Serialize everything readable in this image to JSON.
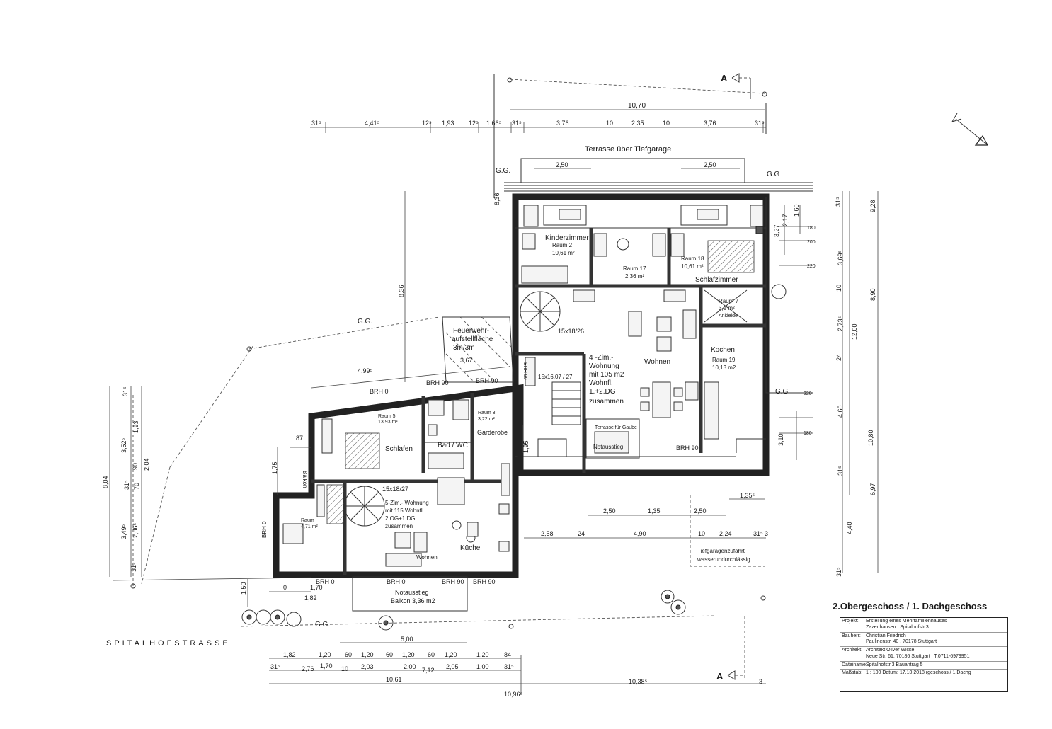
{
  "sheet": {
    "title": "2.Obergeschoss / 1. Dachgeschoss",
    "street": "SPITALHOFSTRASSE",
    "section_mark": "A"
  },
  "title_block": [
    {
      "key": "Projekt:",
      "lines": [
        "Erstellung eines Mehrfamilienhauses",
        "Zazenhausen , Spitalhofstr.3"
      ]
    },
    {
      "key": "Bauherr:",
      "lines": [
        "Christian Friedrich",
        "Paulinenstr. 40 , 70178 Stuttgart"
      ]
    },
    {
      "key": "Architekt:",
      "lines": [
        "Architekt Oliver Wicke",
        "Neue Str. 61, 70186 Stuttgart , T.0711-6979951"
      ]
    },
    {
      "key": "Dateiname:",
      "lines": [
        "Spitalhofstr.3 Bauantrag 5"
      ]
    },
    {
      "key": "Maßstab:",
      "lines": [
        "1 : 100  Datum: 17.10.2018  rgeschoss / 1.Dachg"
      ]
    }
  ],
  "labels": {
    "terrace": "Terrasse über Tiefgarage",
    "gg": "G.G.",
    "gg2": "G.G",
    "fire": [
      "Feuerwehr-",
      "aufstellfläche",
      "3m/3m"
    ],
    "kinder": [
      "Kinderzimmer",
      "Raum 2",
      "10,61 m²"
    ],
    "raum17": [
      "Raum 17",
      "2,36 m²"
    ],
    "raum18": [
      "Raum 18",
      "10,61 m²"
    ],
    "schlaf": "Schlafzimmer",
    "raum7": [
      "Raum 7",
      "3,2 m²",
      "Ankleide"
    ],
    "kochen": [
      "Kochen",
      "Raum 19",
      "10,13 m2"
    ],
    "wohnen": "Wohnen",
    "apt4": [
      "4 -Zim.-",
      "Wohnung",
      "mit 105 m2",
      "Wohnfl.",
      "1.+2.DG",
      "zusammen"
    ],
    "stair1": "15x18/26",
    "stair2": "15x16,07 / 27",
    "stair3": "15x18/27",
    "notausstieg": "Notausstieg",
    "terr_gaube": "Terrasse für Gaube",
    "schlafen": "Schlafen",
    "raum5": [
      "Raum 5",
      "13,93 m²"
    ],
    "badwc": "Bad / WC",
    "garderobe": "Garderobe",
    "raum3": [
      "Raum 3",
      "3,22 m²"
    ],
    "apt5": [
      "5-Zim.- Wohnung",
      "mit 115  Wohnfl.",
      "2.OG+1.DG",
      "zusammen"
    ],
    "kueche": "Küche",
    "wohnen2": "Wohnen",
    "balkon": "Balkon",
    "raum_small": [
      "Raum",
      "4,71 m²"
    ],
    "notaus2": [
      "Notausstieg",
      "Balkon 3,36 m2"
    ],
    "tiefgarage": [
      "Tiefgaragenzufahrt",
      "wasserundurchlässig"
    ],
    "brh0": "BRH 0",
    "brh90": "BRH 90"
  },
  "dims": {
    "top_total": "10,70",
    "top_row": [
      "31⁵",
      "4,41⁵",
      "12⁵",
      "1,93",
      "12⁵",
      "1,66⁵",
      "31⁵",
      "3,76",
      "10",
      "2,35",
      "10",
      "3,76",
      "31⁵"
    ],
    "terrace": [
      "2,50",
      "2,50"
    ],
    "right_col": [
      "31⁵",
      "9,28",
      "3,69⁵",
      "10",
      "2,73⁵",
      "12,00",
      "8,90",
      "24",
      "4,60",
      "10,80",
      "31⁵",
      "6,97",
      "4,40",
      "31⁵"
    ],
    "right_inner": [
      "2,17",
      "1,60",
      "3,27",
      "3,10"
    ],
    "small_marks": [
      "180",
      "200",
      "220",
      "220",
      "180"
    ],
    "left_col": [
      "31⁵",
      "1,93",
      "3,52⁵",
      "90",
      "2,04",
      "31⁵",
      "70",
      "3,49⁵",
      "2,86⁵",
      "31⁵",
      "8,04"
    ],
    "left_misc": [
      "87",
      "1,75",
      "1,50",
      "1,82",
      "0",
      "1,70",
      "8,36",
      "4,99⁵",
      "3,67",
      "1,95",
      "1,35⁵"
    ],
    "mid_row1": [
      "2,50",
      "1,35",
      "2,50"
    ],
    "mid_row2": [
      "2,58",
      "24",
      "4,90",
      "10",
      "2,24",
      "31⁵",
      "3"
    ],
    "bot_total_l": "5,00",
    "bot_row1": [
      "1,82",
      "1,20",
      "60",
      "1,20",
      "60",
      "1,20",
      "60",
      "1,20",
      "1,20",
      "84"
    ],
    "bot_row2": [
      "31⁵",
      "2,76",
      "1,70",
      "10",
      "2,03",
      "2,00",
      "7,12",
      "2,05",
      "1,00",
      "31⁵"
    ],
    "bot_row3": [
      "10,61",
      "10,38⁵",
      "3"
    ],
    "cutoff": "10,96⁵"
  }
}
